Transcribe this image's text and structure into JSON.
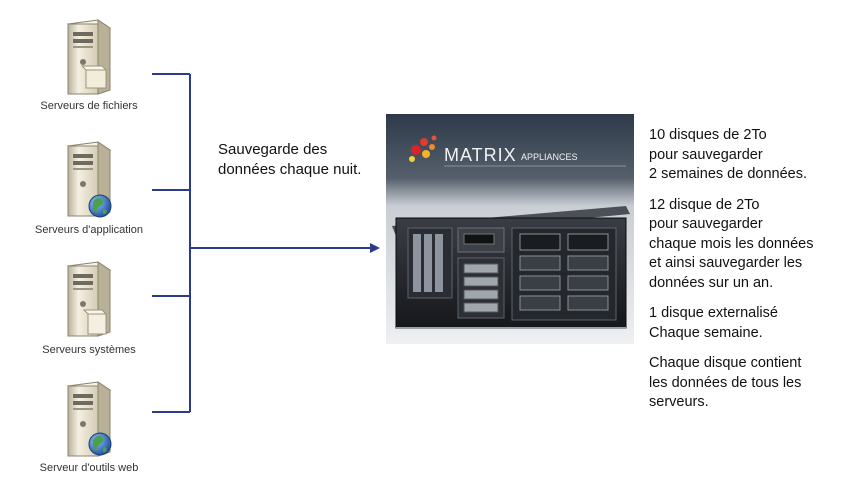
{
  "servers": [
    {
      "label": "Serveurs de fichiers",
      "icon": "file-server-icon"
    },
    {
      "label": "Serveurs d'application",
      "icon": "application-server-icon"
    },
    {
      "label": "Serveurs systèmes",
      "icon": "system-server-icon"
    },
    {
      "label": "Serveur d'outils web",
      "icon": "web-server-icon"
    }
  ],
  "backup_text": "Sauvegarde des données chaque nuit.",
  "appliance": {
    "brand": "MATRIX",
    "brand_suffix": "APPLIANCES",
    "icon": "rack-appliance-icon"
  },
  "info": [
    "10 disques de 2To\npour sauvegarder\n2 semaines de données.",
    "12 disque de 2To\npour sauvegarder\nchaque mois les données\net ainsi sauvegarder les\ndonnées sur un an.",
    "1 disque externalisé\nChaque semaine.",
    "Chaque disque contient\nles données de tous les\nserveurs."
  ],
  "colors": {
    "connector": "#2b3b8f",
    "tower": "#e8e1cc",
    "globe": "#2f6fc0"
  }
}
